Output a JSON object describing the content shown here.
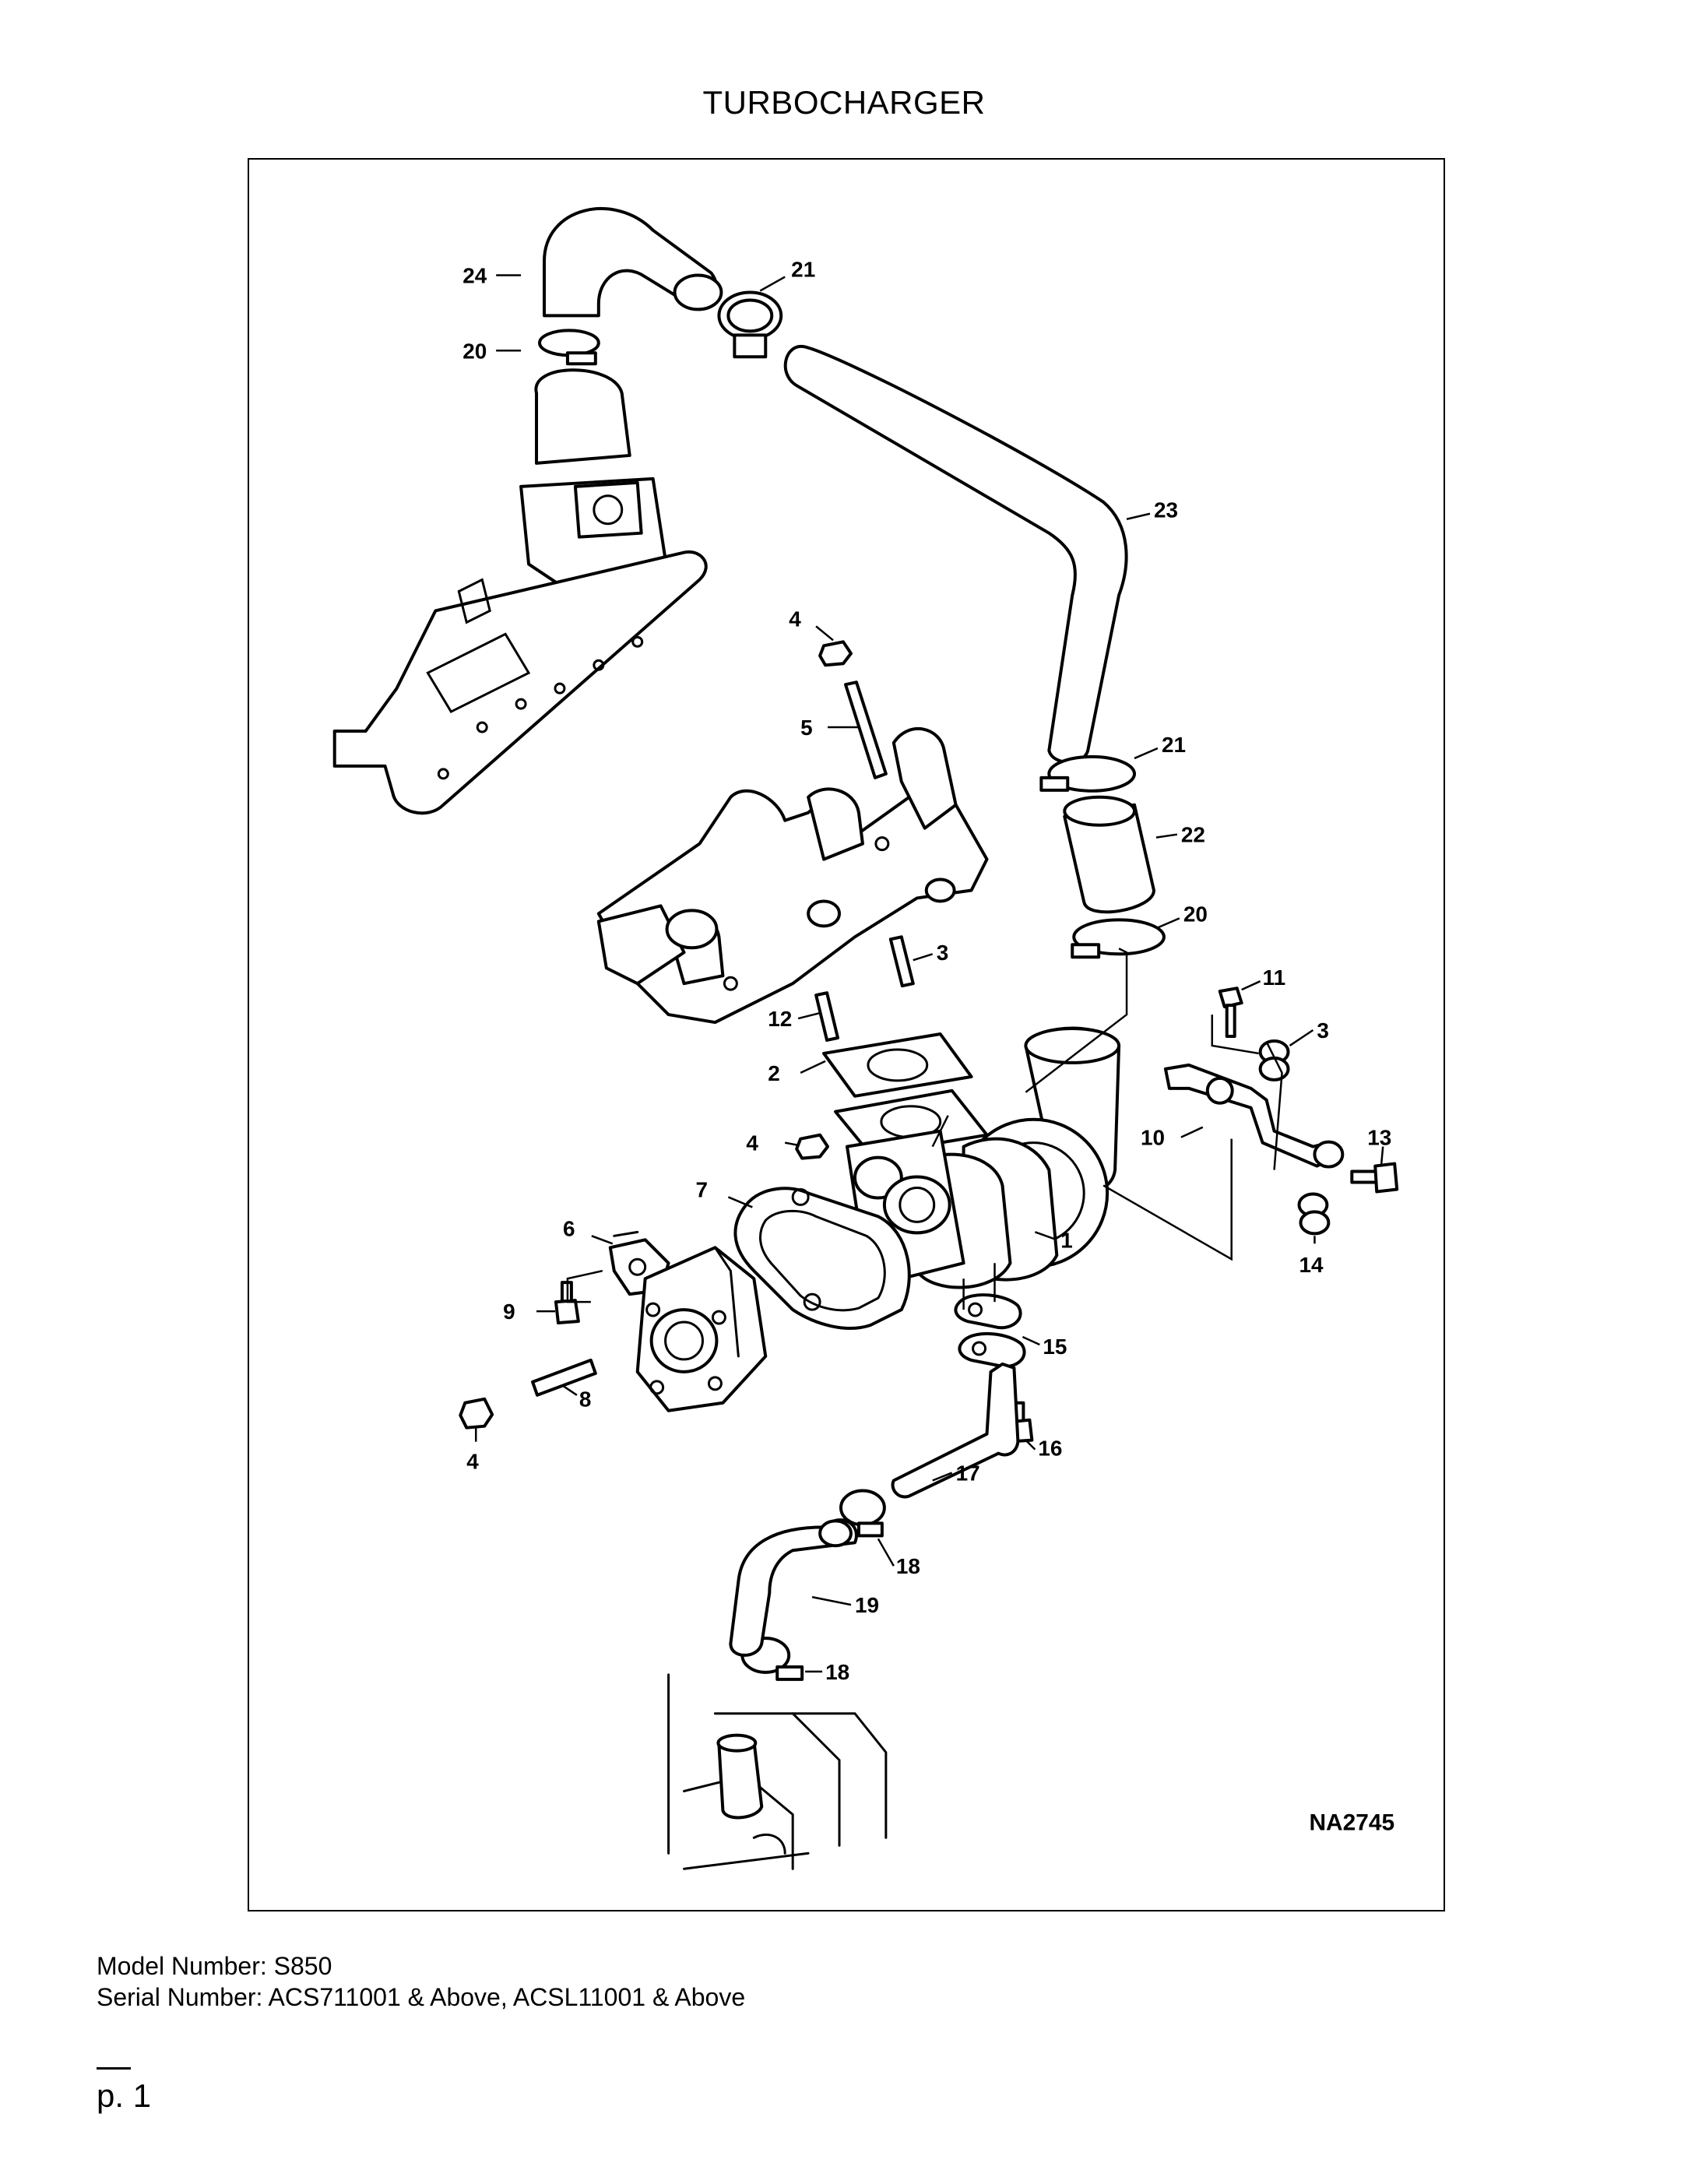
{
  "title": "TURBOCHARGER",
  "diagram": {
    "drawing_id": "NA2745",
    "callouts": [
      "24",
      "21",
      "20",
      "23",
      "4",
      "5",
      "21",
      "22",
      "20",
      "3",
      "11",
      "12",
      "3",
      "2",
      "13",
      "4",
      "10",
      "7",
      "1",
      "6",
      "14",
      "9",
      "15",
      "8",
      "4",
      "16",
      "17",
      "18",
      "19",
      "18"
    ]
  },
  "footer": {
    "model_line": "Model Number: S850",
    "serial_line": "Serial Number: ACS711001 & Above, ACSL11001 & Above",
    "page_label": "p. 1"
  }
}
